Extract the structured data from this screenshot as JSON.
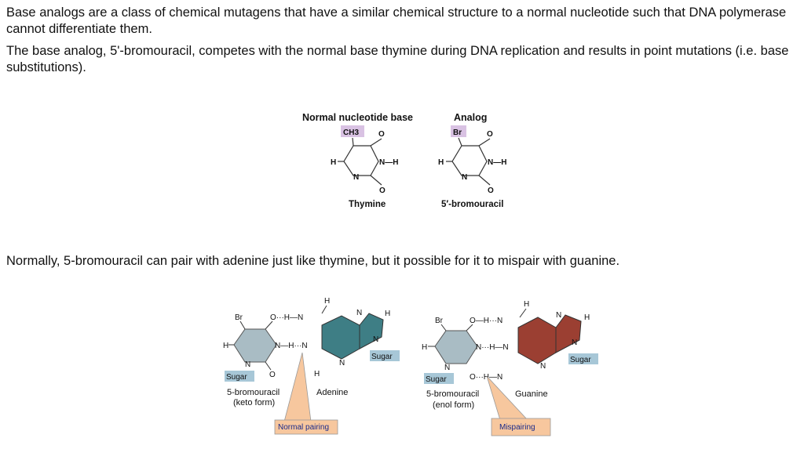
{
  "text": {
    "p1": "Base analogs are a class of chemical mutagens that have a similar chemical structure to a normal nucleotide such that DNA polymerase cannot differentiate them.",
    "p2": "The base analog, 5'-bromouracil, competes with the normal base thymine during DNA replication and results in point mutations (i.e. base substitutions).",
    "p3": "Normally, 5-bromouracil can pair with adenine just like thymine, but it possible for it to mispair with guanine."
  },
  "figure1": {
    "header_normal": "Normal nucleotide base",
    "header_analog": "Analog",
    "ch3": "CH3",
    "br": "Br",
    "thymine": "Thymine",
    "bromouracil": "5′-bromouracil"
  },
  "figure2": {
    "left": {
      "br": "Br",
      "sugar_left": "Sugar",
      "sugar_right": "Sugar",
      "caption1": "5-bromouracil",
      "caption2": "(keto form)",
      "adenine": "Adenine",
      "callout": "Normal pairing"
    },
    "right": {
      "br": "Br",
      "sugar_left": "Sugar",
      "sugar_right": "Sugar",
      "caption1": "5-bromouracil",
      "caption2": "(enol form)",
      "guanine": "Guanine",
      "callout": "Mispairing"
    }
  },
  "colors": {
    "highlight_ch3": "#d9c2e3",
    "bromouracil_ring": "#a9bcc4",
    "adenine_ring": "#3e7e85",
    "guanine_ring": "#9b3f32",
    "sugar_bg": "#a7c7d7",
    "callout_bg": "#f7c79e"
  }
}
